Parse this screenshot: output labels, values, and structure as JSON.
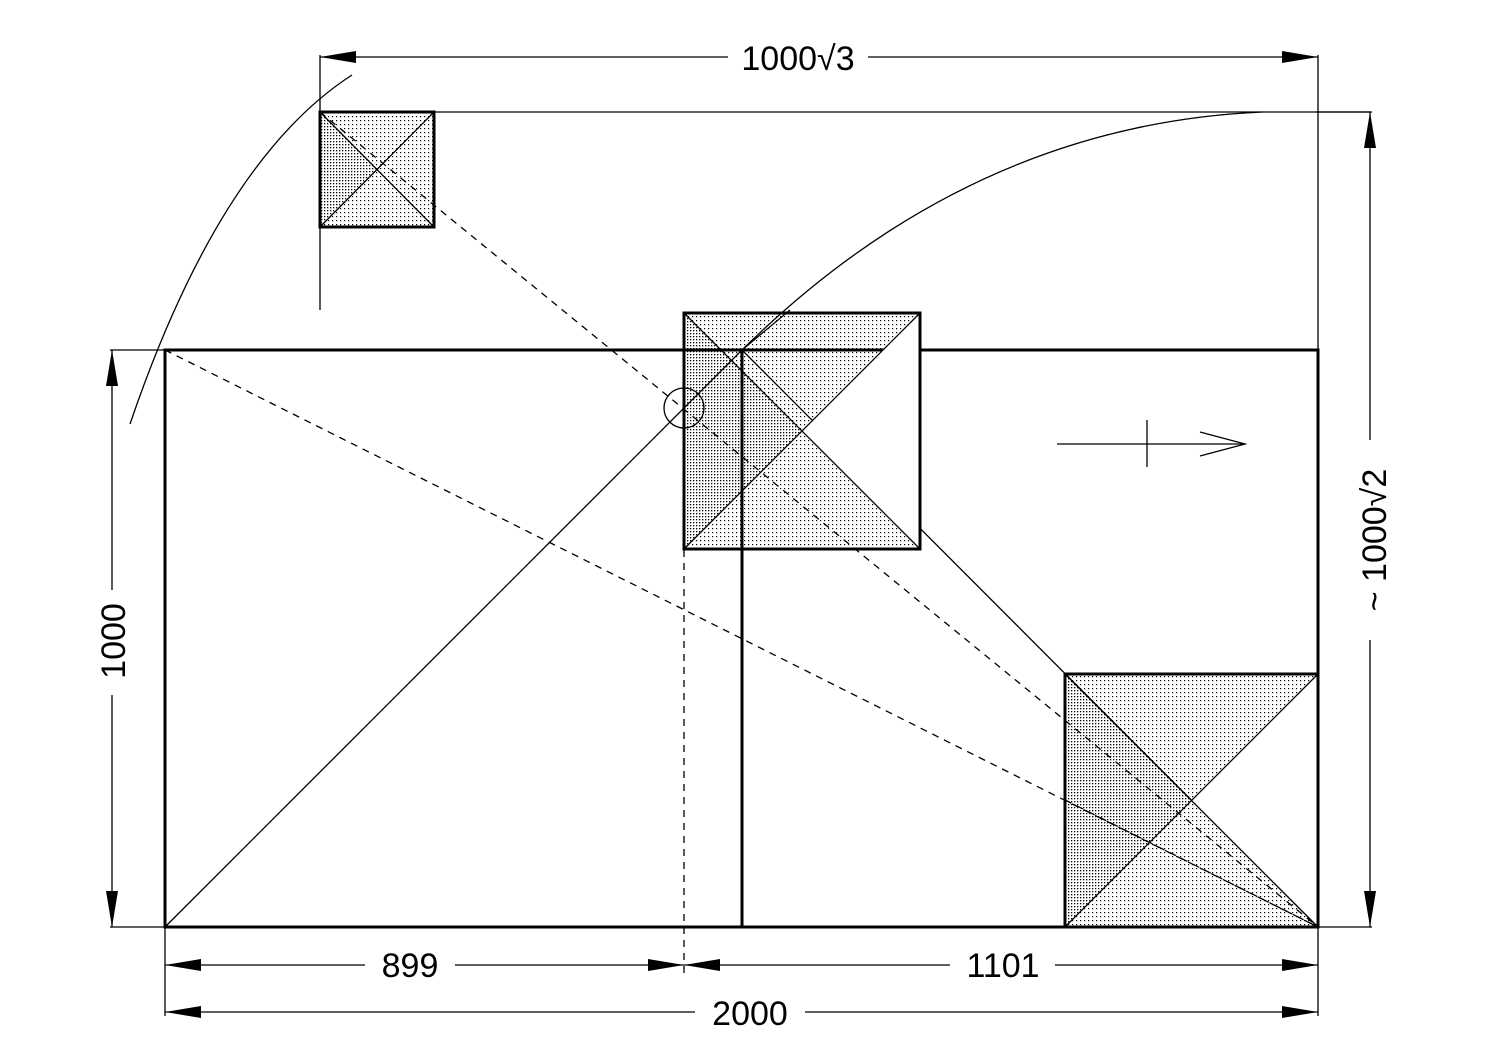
{
  "dimensions": {
    "top": {
      "number": "1000",
      "root": "3"
    },
    "right": {
      "prefix": "~ ",
      "number": "1000",
      "root": "2"
    },
    "left": "1000",
    "bottom_left": "899",
    "bottom_right": "1101",
    "bottom_total": "2000"
  },
  "colors": {
    "line": "#000000",
    "hatch": "#000000",
    "background": "#ffffff"
  }
}
